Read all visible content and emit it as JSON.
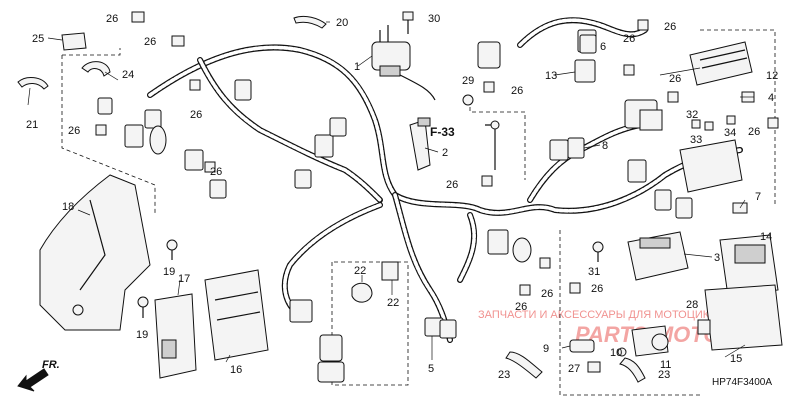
{
  "diagram": {
    "code": "HP74F3400A",
    "front_label": "FR.",
    "reference_label": "F-33",
    "callouts": [
      "1",
      "2",
      "3",
      "4",
      "5",
      "6",
      "7",
      "8",
      "9",
      "10",
      "11",
      "12",
      "13",
      "14",
      "15",
      "16",
      "17",
      "18",
      "19",
      "20",
      "21",
      "22",
      "23",
      "24",
      "25",
      "26",
      "27",
      "28",
      "29",
      "30",
      "31",
      "32",
      "33",
      "34"
    ],
    "watermark_text": "ЗАПЧАСТИ И АКСЕССУАРЫ ДЛЯ МОТОЦИКЛОВ",
    "watermark_logo": "PARTS-MOTOR.RU"
  }
}
